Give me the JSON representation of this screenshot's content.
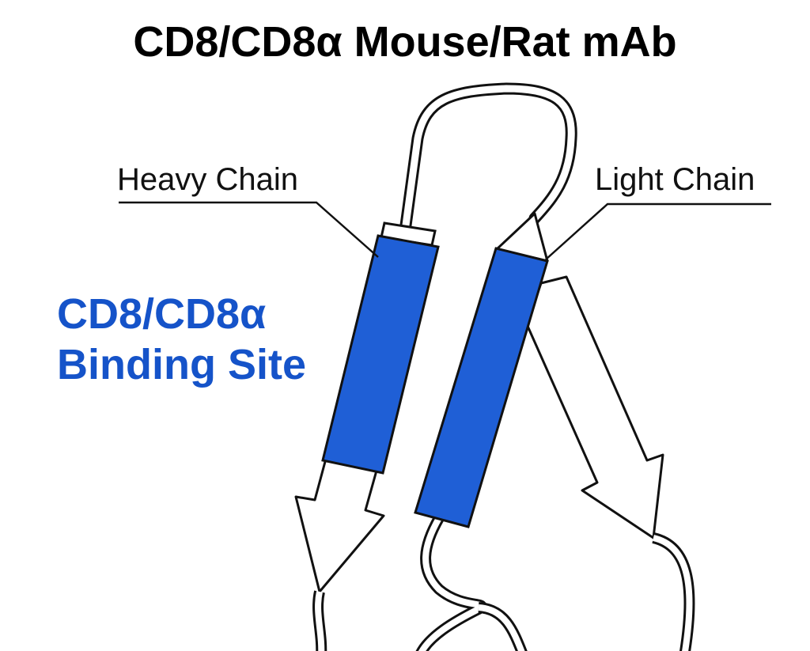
{
  "title": "CD8/CD8α Mouse/Rat mAb",
  "labels": {
    "heavy_chain": "Heavy Chain",
    "light_chain": "Light Chain"
  },
  "binding_site": {
    "line1": "CD8/CD8α",
    "line2": "Binding Site"
  },
  "colors": {
    "strand_fill": "#1f5fd6",
    "site_text": "#1553c9",
    "outline": "#111111"
  }
}
